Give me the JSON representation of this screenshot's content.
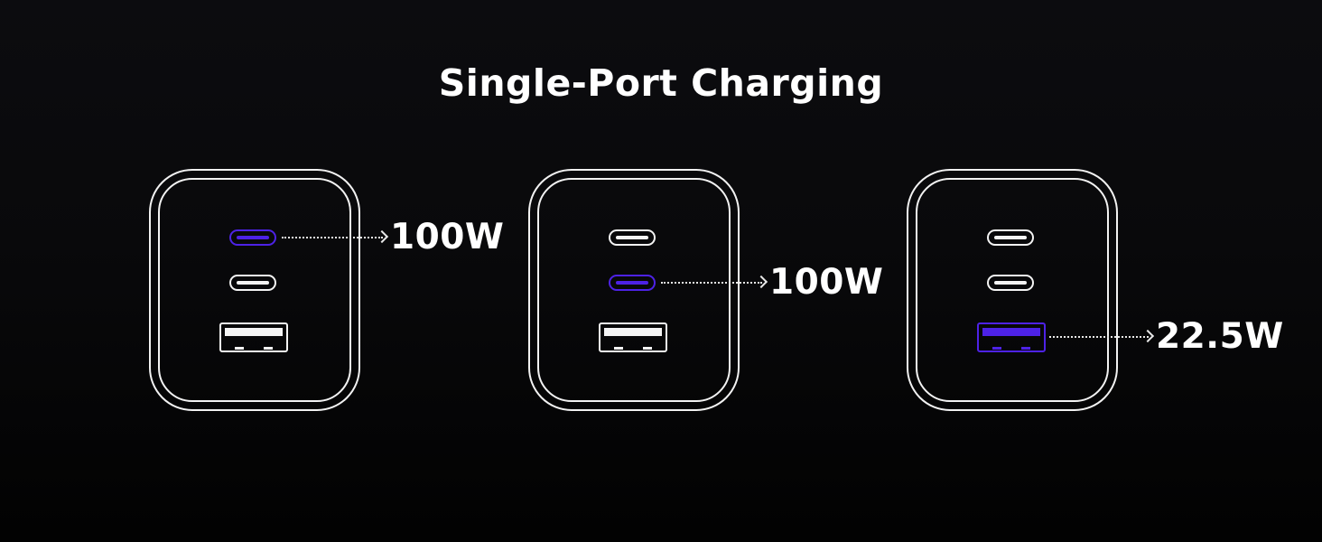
{
  "title": "Single-Port Charging",
  "colors": {
    "background": "#0a0a0c",
    "outline": "#f2f2f2",
    "active_port": "#4d22e6"
  },
  "chargers": [
    {
      "ports": [
        "USB-C1",
        "USB-C2",
        "USB-A"
      ],
      "active_port": "USB-C1",
      "output": "100W"
    },
    {
      "ports": [
        "USB-C1",
        "USB-C2",
        "USB-A"
      ],
      "active_port": "USB-C2",
      "output": "100W"
    },
    {
      "ports": [
        "USB-C1",
        "USB-C2",
        "USB-A"
      ],
      "active_port": "USB-A",
      "output": "22.5W"
    }
  ]
}
